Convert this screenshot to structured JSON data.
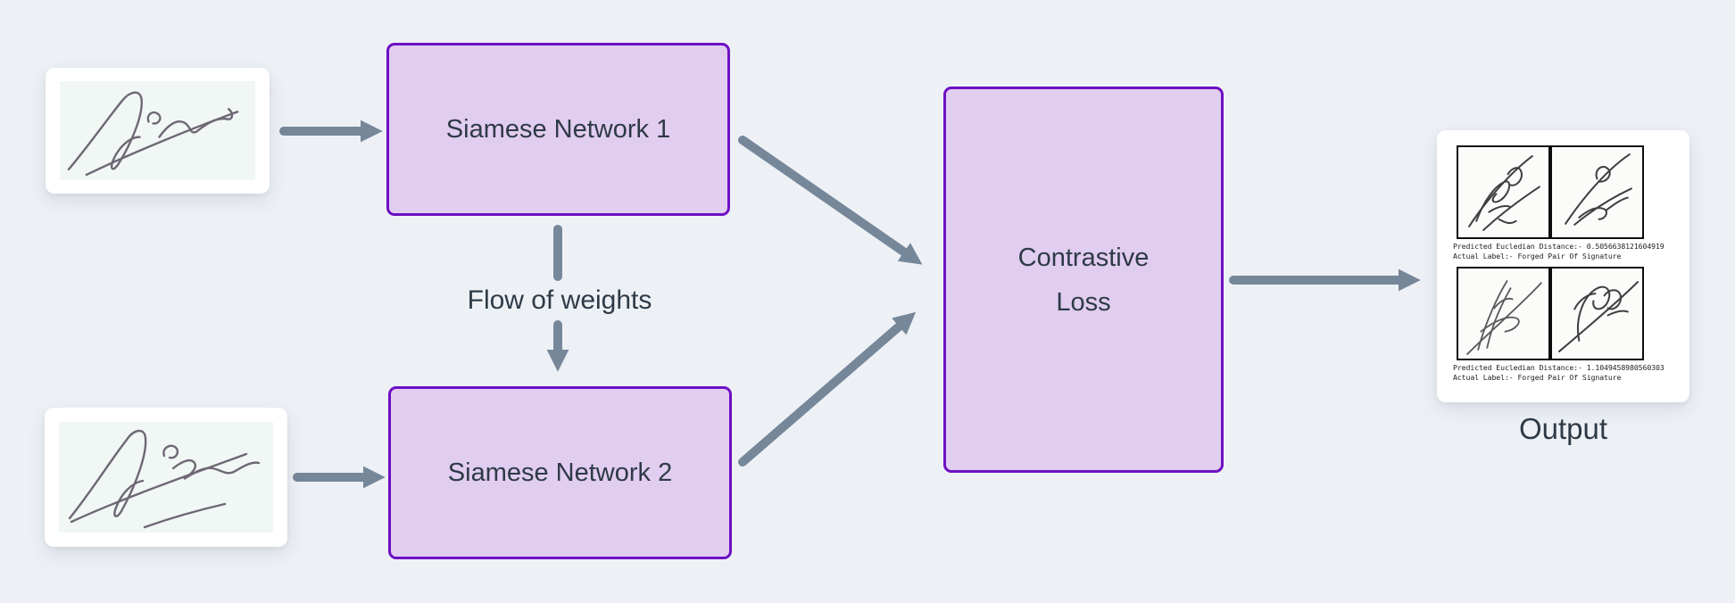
{
  "colors": {
    "background": "#edf1f6",
    "node_fill": "#e1cdf0",
    "node_border": "#6d0fc4",
    "arrow": "#76879a",
    "label_text": "#2e3a46",
    "card_background": "#ffffff",
    "signature_paper": "#f1f7f4"
  },
  "nodes": {
    "siamese1": {
      "label": "Siamese Network 1"
    },
    "siamese2": {
      "label": "Siamese Network 2"
    },
    "contrastive": {
      "line1": "Contrastive",
      "line2": "Loss"
    }
  },
  "annotations": {
    "flow_of_weights": "Flow of weights",
    "output_caption": "Output"
  },
  "output_panel": {
    "results": [
      {
        "predicted": "Predicted Eucledian Distance:- 0.5056638121604919",
        "actual": "Actual Label:- Forged Pair Of Signature"
      },
      {
        "predicted": "Predicted Eucledian Distance:- 1.1049458980560303",
        "actual": "Actual Label:- Forged Pair Of Signature"
      }
    ]
  }
}
